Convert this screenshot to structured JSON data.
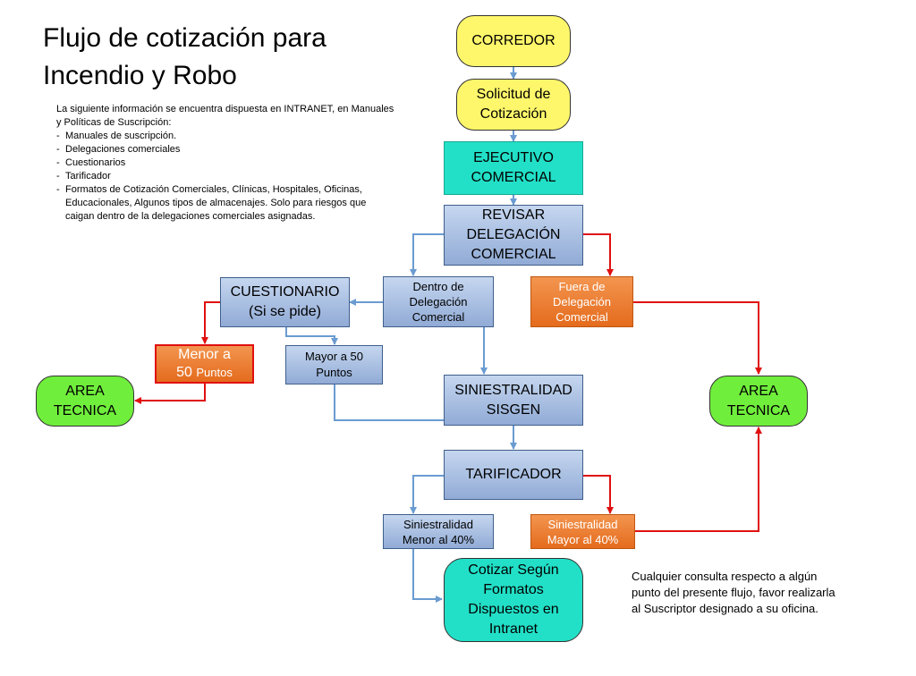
{
  "title": {
    "line1": "Flujo de cotización para",
    "line2": "Incendio y Robo"
  },
  "intro": {
    "text": "La siguiente información se encuentra dispuesta en INTRANET, en Manuales y Políticas de Suscripción:",
    "items": [
      "Manuales de suscripción.",
      "Delegaciones comerciales",
      "Cuestionarios",
      "Tarificador",
      "Formatos de Cotización Comerciales, Clínicas, Hospitales, Oficinas, Educacionales, Algunos tipos de almacenajes. Solo para riesgos que caigan dentro de la delegaciones comerciales asignadas."
    ]
  },
  "nodes": {
    "corredor": "CORREDOR",
    "solicitud": {
      "l1": "Solicitud de",
      "l2": "Cotización"
    },
    "ejecutivo": {
      "l1": "EJECUTIVO",
      "l2": "COMERCIAL"
    },
    "revisar": {
      "l1": "REVISAR",
      "l2": "DELEGACIÓN",
      "l3": "COMERCIAL"
    },
    "dentro": {
      "l1": "Dentro de",
      "l2": "Delegación",
      "l3": "Comercial"
    },
    "fuera": {
      "l1": "Fuera de",
      "l2": "Delegación",
      "l3": "Comercial"
    },
    "cuestionario": {
      "l1": "CUESTIONARIO",
      "l2": "(Si se pide)"
    },
    "menor50": {
      "l1": "Menor a",
      "l2a": "50 ",
      "l2b": "Puntos"
    },
    "mayor50": {
      "l1": "Mayor a 50",
      "l2": "Puntos"
    },
    "area_left": {
      "l1": "AREA",
      "l2": "TECNICA"
    },
    "area_right": {
      "l1": "AREA",
      "l2": "TECNICA"
    },
    "siniestralidad": {
      "l1": "SINIESTRALIDAD",
      "l2": "SISGEN"
    },
    "tarificador": "TARIFICADOR",
    "sin_menor": {
      "l1": "Siniestralidad",
      "l2": "Menor al 40%"
    },
    "sin_mayor": {
      "l1": "Siniestralidad",
      "l2": "Mayor al 40%"
    },
    "cotizar": {
      "l1": "Cotizar Según",
      "l2": "Formatos",
      "l3": "Dispuestos en",
      "l4": "Intranet"
    }
  },
  "footnote": "Cualquier consulta respecto a algún punto del presente flujo, favor realizarla al Suscriptor designado a su oficina.",
  "colors": {
    "blue_arrow": "#6a9bd1",
    "red_arrow": "#e01010"
  }
}
